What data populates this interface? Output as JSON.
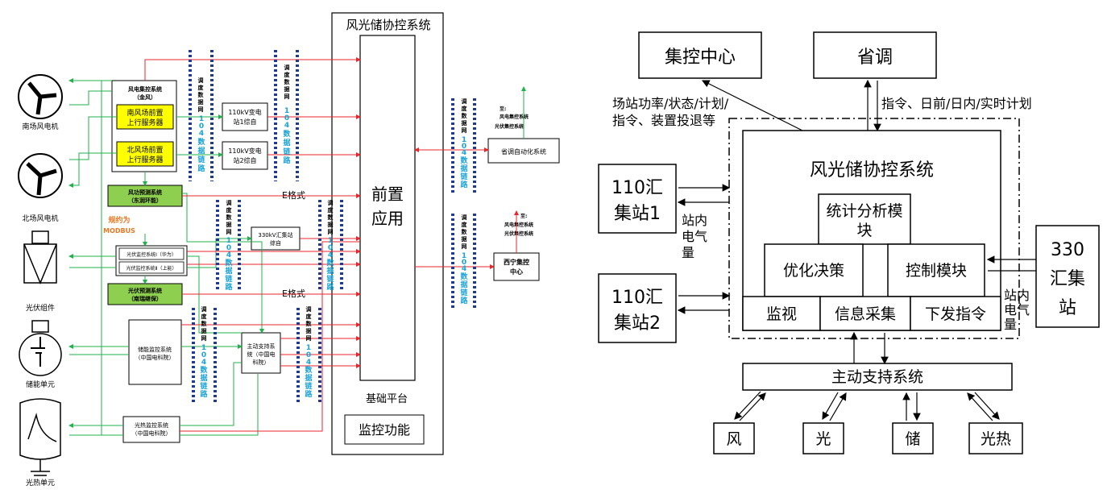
{
  "left": {
    "main_system": "风光储协控系统",
    "front_app_line1": "前置",
    "front_app_line2": "应用",
    "base_platform": "基础平台",
    "monitor_func": "监控功能",
    "wind_monitor_title": "风电集控系统",
    "wind_monitor_sub": "（金风）",
    "south_server_1": "南风场前置",
    "south_server_2": "上行服务器",
    "north_server_1": "北风场前置",
    "north_server_2": "上行服务器",
    "wind_forecast_1": "风功预测系统",
    "wind_forecast_2": "（东润环能）",
    "pv_forecast_1": "光伏预测系统",
    "pv_forecast_2": "（南瑞继保）",
    "pv_monitor_1": "光伏监控系统Ⅰ（华为）",
    "pv_monitor_2": "光伏监控系统Ⅱ（上能）",
    "storage_monitor_1": "储能监控系统",
    "storage_monitor_2": "（中国电科院）",
    "thermal_monitor_1": "光热监控系统",
    "thermal_monitor_2": "（中国电科院）",
    "active_support_1": "主动支持系",
    "active_support_2": "统（中国电",
    "active_support_3": "科院）",
    "sub1_1": "110kV变电",
    "sub1_2": "站1综自",
    "sub2_1": "110kV变电",
    "sub2_2": "站2综自",
    "sub330_1": "330kV汇集站",
    "sub330_2": "综自",
    "province_auto": "省调自动化系统",
    "xining_1": "西宁集控",
    "xining_2": "中心",
    "to_wind_center_1": "至:",
    "to_wind_center_2": "风电集控系统",
    "to_wind_center_3": "光伏集控系统",
    "e_format": "E格式",
    "modbus_1": "规约为",
    "modbus_2": "MODBUS",
    "dispatch_net": [
      "调",
      "度",
      "数",
      "据",
      "网"
    ],
    "link_104": [
      "1",
      "0",
      "4",
      "数",
      "据",
      "链",
      "路"
    ],
    "south_wind": "南场风电机",
    "north_wind": "北场风电机",
    "pv_unit": "光伏组件",
    "storage_unit": "储能单元",
    "thermal_unit": "光热单元"
  },
  "right": {
    "control_center": "集控中心",
    "province": "省调",
    "station_info_1": "场站功率/状态/计划/",
    "station_info_2": "指令、装置投退等",
    "commands": "指令、日前/日内/实时计划",
    "main_system": "风光储协控系统",
    "stat_module_1": "统计分析模",
    "stat_module_2": "块",
    "optimize": "优化决策",
    "control": "控制模块",
    "monitor": "监视",
    "info_collect": "信息采集",
    "issue_cmd": "下发指令",
    "sub110_1_a": "110汇",
    "sub110_1_b": "集站1",
    "sub110_2_a": "110汇",
    "sub110_2_b": "集站2",
    "sub330_a": "330",
    "sub330_b": "汇集",
    "sub330_c": "站",
    "in_station_elec": [
      "站内",
      "电气",
      "量"
    ],
    "in_station_elec_r": [
      "站内",
      "电气",
      "量"
    ],
    "active_support": "主动支持系统",
    "wind": "风",
    "solar": "光",
    "storage": "储",
    "thermal": "光热"
  },
  "colors": {
    "red": "#e8262b",
    "green": "#22b14c",
    "navy": "#1f3a93",
    "yellow": "#ffff00",
    "light_green": "#8fcf4f"
  }
}
